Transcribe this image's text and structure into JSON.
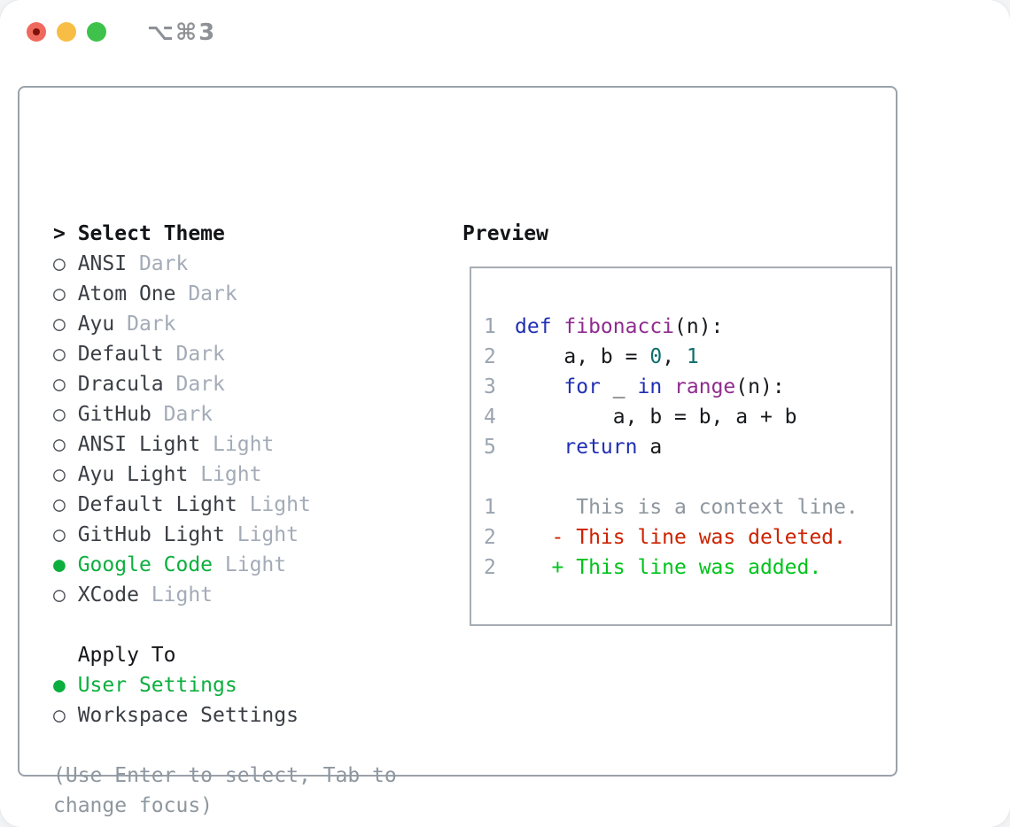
{
  "window": {
    "title": "⌥⌘3",
    "traffic_lights": [
      "close",
      "minimize",
      "zoom"
    ]
  },
  "colors": {
    "accent_green": "#0caf3e",
    "added_green": "#00c31c",
    "deleted_red": "#cc2200",
    "keyword_blue": "#1f2fb4",
    "function_purple": "#8f2c8f",
    "number_teal": "#0d6e6e",
    "code_black": "#17191d",
    "gutter_gray": "#9aa4b0",
    "context_gray": "#8e979f",
    "muted_gray": "#a3abb7",
    "item_dark": "#3a3e44",
    "border_gray": "#9aa1aa",
    "title_gray": "#8e9296",
    "traffic_red": "#f0695e",
    "traffic_red_dot": "#7d1208",
    "traffic_yellow": "#f7bd45",
    "traffic_green": "#3ec24b"
  },
  "theme_panel": {
    "header_prefix": "> ",
    "header_label": "Select Theme",
    "radio_unselected": "○",
    "radio_selected": "●",
    "items": [
      {
        "name": "ANSI",
        "variant": "Dark",
        "selected": false
      },
      {
        "name": "Atom One",
        "variant": "Dark",
        "selected": false
      },
      {
        "name": "Ayu",
        "variant": "Dark",
        "selected": false
      },
      {
        "name": "Default",
        "variant": "Dark",
        "selected": false
      },
      {
        "name": "Dracula",
        "variant": "Dark",
        "selected": false
      },
      {
        "name": "GitHub",
        "variant": "Dark",
        "selected": false
      },
      {
        "name": "ANSI Light",
        "variant": "Light",
        "selected": false
      },
      {
        "name": "Ayu Light",
        "variant": "Light",
        "selected": false
      },
      {
        "name": "Default Light",
        "variant": "Light",
        "selected": false
      },
      {
        "name": "GitHub Light",
        "variant": "Light",
        "selected": false
      },
      {
        "name": "Google Code",
        "variant": "Light",
        "selected": true
      },
      {
        "name": "XCode",
        "variant": "Light",
        "selected": false
      }
    ]
  },
  "apply_panel": {
    "header": "Apply To",
    "items": [
      {
        "label": "User Settings",
        "selected": true
      },
      {
        "label": "Workspace Settings",
        "selected": false
      }
    ]
  },
  "help_text": [
    "(Use Enter to select, Tab to",
    "change focus)"
  ],
  "preview": {
    "header": "Preview",
    "lines": [
      {
        "num": "1",
        "tokens": [
          {
            "t": "def ",
            "c": "keyword"
          },
          {
            "t": "fibonacci",
            "c": "function"
          },
          {
            "t": "(n):",
            "c": "code"
          }
        ]
      },
      {
        "num": "2",
        "tokens": [
          {
            "t": "    a, b = ",
            "c": "code"
          },
          {
            "t": "0",
            "c": "number"
          },
          {
            "t": ", ",
            "c": "code"
          },
          {
            "t": "1",
            "c": "number"
          }
        ]
      },
      {
        "num": "3",
        "tokens": [
          {
            "t": "    ",
            "c": "code"
          },
          {
            "t": "for",
            "c": "keyword"
          },
          {
            "t": " _ ",
            "c": "code"
          },
          {
            "t": "in",
            "c": "keyword"
          },
          {
            "t": " ",
            "c": "code"
          },
          {
            "t": "range",
            "c": "function"
          },
          {
            "t": "(n):",
            "c": "code"
          }
        ]
      },
      {
        "num": "4",
        "tokens": [
          {
            "t": "        a, b = b, a + b",
            "c": "code"
          }
        ]
      },
      {
        "num": "5",
        "tokens": [
          {
            "t": "    ",
            "c": "code"
          },
          {
            "t": "return",
            "c": "keyword"
          },
          {
            "t": " a",
            "c": "code"
          }
        ]
      },
      {
        "num": "",
        "tokens": []
      },
      {
        "num": "1",
        "tokens": [
          {
            "t": "     This is a context line.",
            "c": "context"
          }
        ]
      },
      {
        "num": "2",
        "tokens": [
          {
            "t": "   - This line was deleted.",
            "c": "deleted"
          }
        ]
      },
      {
        "num": "2",
        "tokens": [
          {
            "t": "   + This line was added.",
            "c": "added"
          }
        ]
      }
    ]
  }
}
